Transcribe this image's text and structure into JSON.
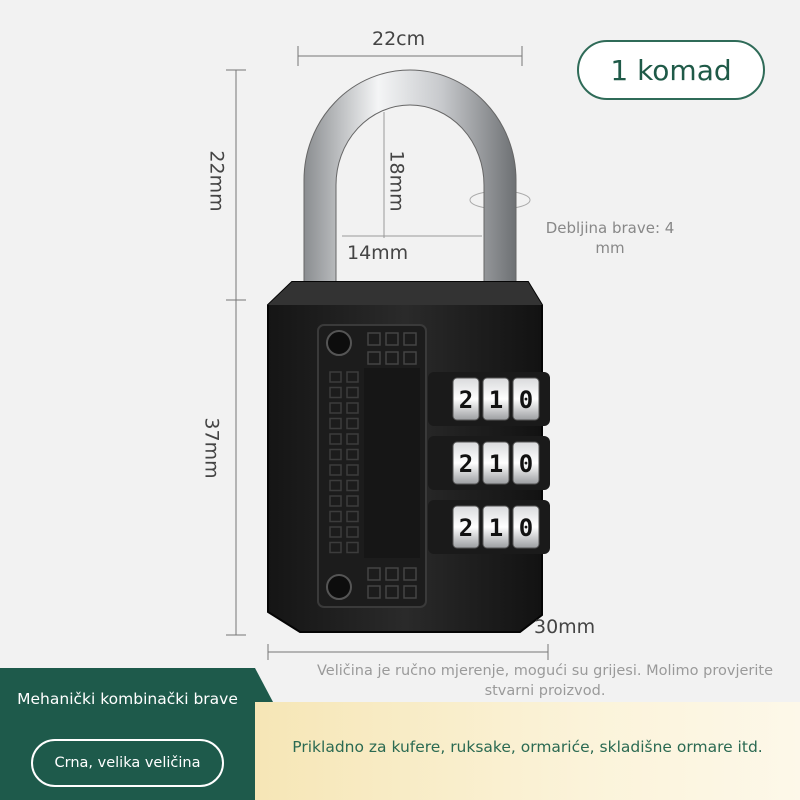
{
  "badge": {
    "quantity": "1 komad"
  },
  "dimensions": {
    "top_width": "22cm",
    "shackle_height": "22mm",
    "inner_height": "18mm",
    "inner_width": "14mm",
    "body_height": "37mm",
    "body_width": "30mm",
    "thickness": "Debljina brave: 4 mm"
  },
  "dials": [
    {
      "digits": [
        "2",
        "1",
        "0"
      ]
    },
    {
      "digits": [
        "2",
        "1",
        "0"
      ]
    },
    {
      "digits": [
        "2",
        "1",
        "0"
      ]
    }
  ],
  "note": "Veličina je ručno mjerenje, mogući su grijesi. Molimo provjerite stvarni proizvod.",
  "footer": {
    "title": "Mehanički kombinački brave",
    "pill": "Crna, velika veličina",
    "usage": "Prikladno za kufere, ruksake, ormariće, skladišne ormare itd."
  }
}
